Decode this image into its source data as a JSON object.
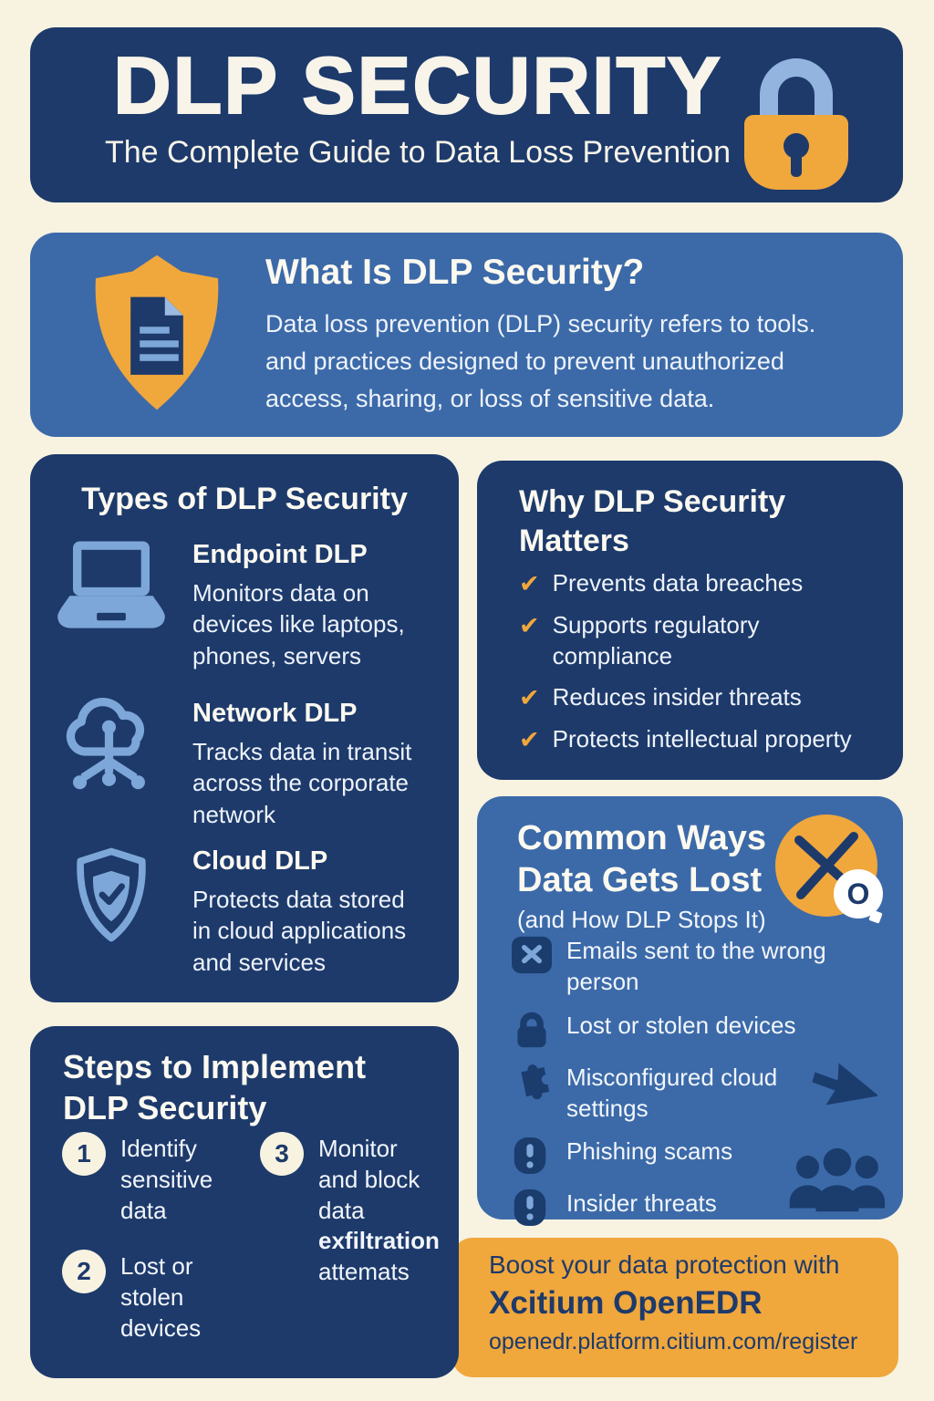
{
  "colors": {
    "background": "#f8f2e1",
    "navy": "#1d3a6b",
    "blue": "#3c6aa9",
    "orange": "#f0a73c",
    "light_blue": "#7da7d8",
    "text_light": "#f2f6fb"
  },
  "header": {
    "title": "DLP SECURITY",
    "subtitle": "The Complete Guide to Data Loss Prevention",
    "icon": "lock-icon"
  },
  "what_is": {
    "icon": "shield-document-icon",
    "title": "What Is DLP Security?",
    "body": "Data loss prevention (DLP) security refers to tools.\nand practices designed to prevent unauthorized\naccess, sharing, or loss of sensitive data."
  },
  "types": {
    "title": "Types of DLP Security",
    "items": [
      {
        "icon": "laptop-icon",
        "name": "Endpoint DLP",
        "desc": "Monitors data on\ndevices like laptops,\nphones, servers"
      },
      {
        "icon": "cloud-network-icon",
        "name": "Network DLP",
        "desc": "Tracks data in transit\nacross the corporate\nnetwork"
      },
      {
        "icon": "shield-check-icon",
        "name": "Cloud DLP",
        "desc": "Protects data stored\nin cloud applications\nand services"
      }
    ]
  },
  "why": {
    "title": "Why DLP Security\nMatters",
    "check_glyph": "✔",
    "bullets": [
      "Prevents data breaches",
      "Supports regulatory\ncompliance",
      "Reduces insider threats",
      "Protects intellectual property"
    ]
  },
  "common": {
    "title": "Common Ways\nData Gets Lost",
    "subtitle": "(and How DLP Stops It)",
    "badge_icon": "xo-badge-icon",
    "badge_o": "O",
    "items": [
      {
        "icon": "mail-x-icon",
        "text": "Emails sent to the wrong\nperson"
      },
      {
        "icon": "padlock-icon",
        "text": "Lost or stolen devices"
      },
      {
        "icon": "puzzle-icon",
        "text": "Misconfigured cloud\nsettings"
      },
      {
        "icon": "alert-icon",
        "text": "Phishing scams"
      },
      {
        "icon": "alert-icon",
        "text": "Insider threats"
      }
    ]
  },
  "steps": {
    "title": "Steps to Implement\nDLP Security",
    "items": [
      {
        "num": "1",
        "text": "Identify\nsensitive\ndata"
      },
      {
        "num": "2",
        "text": "Lost or\nstolen\ndevices"
      },
      {
        "num": "3",
        "text_pre": "Monitor\nand block\ndata\n",
        "text_bold": "exfiltration",
        "text_post": "\nattemats"
      }
    ]
  },
  "cta": {
    "line1": "Boost your data protection with",
    "line2": "Xcitium OpenEDR",
    "line3": "openedr.platform.citium.com/register"
  }
}
